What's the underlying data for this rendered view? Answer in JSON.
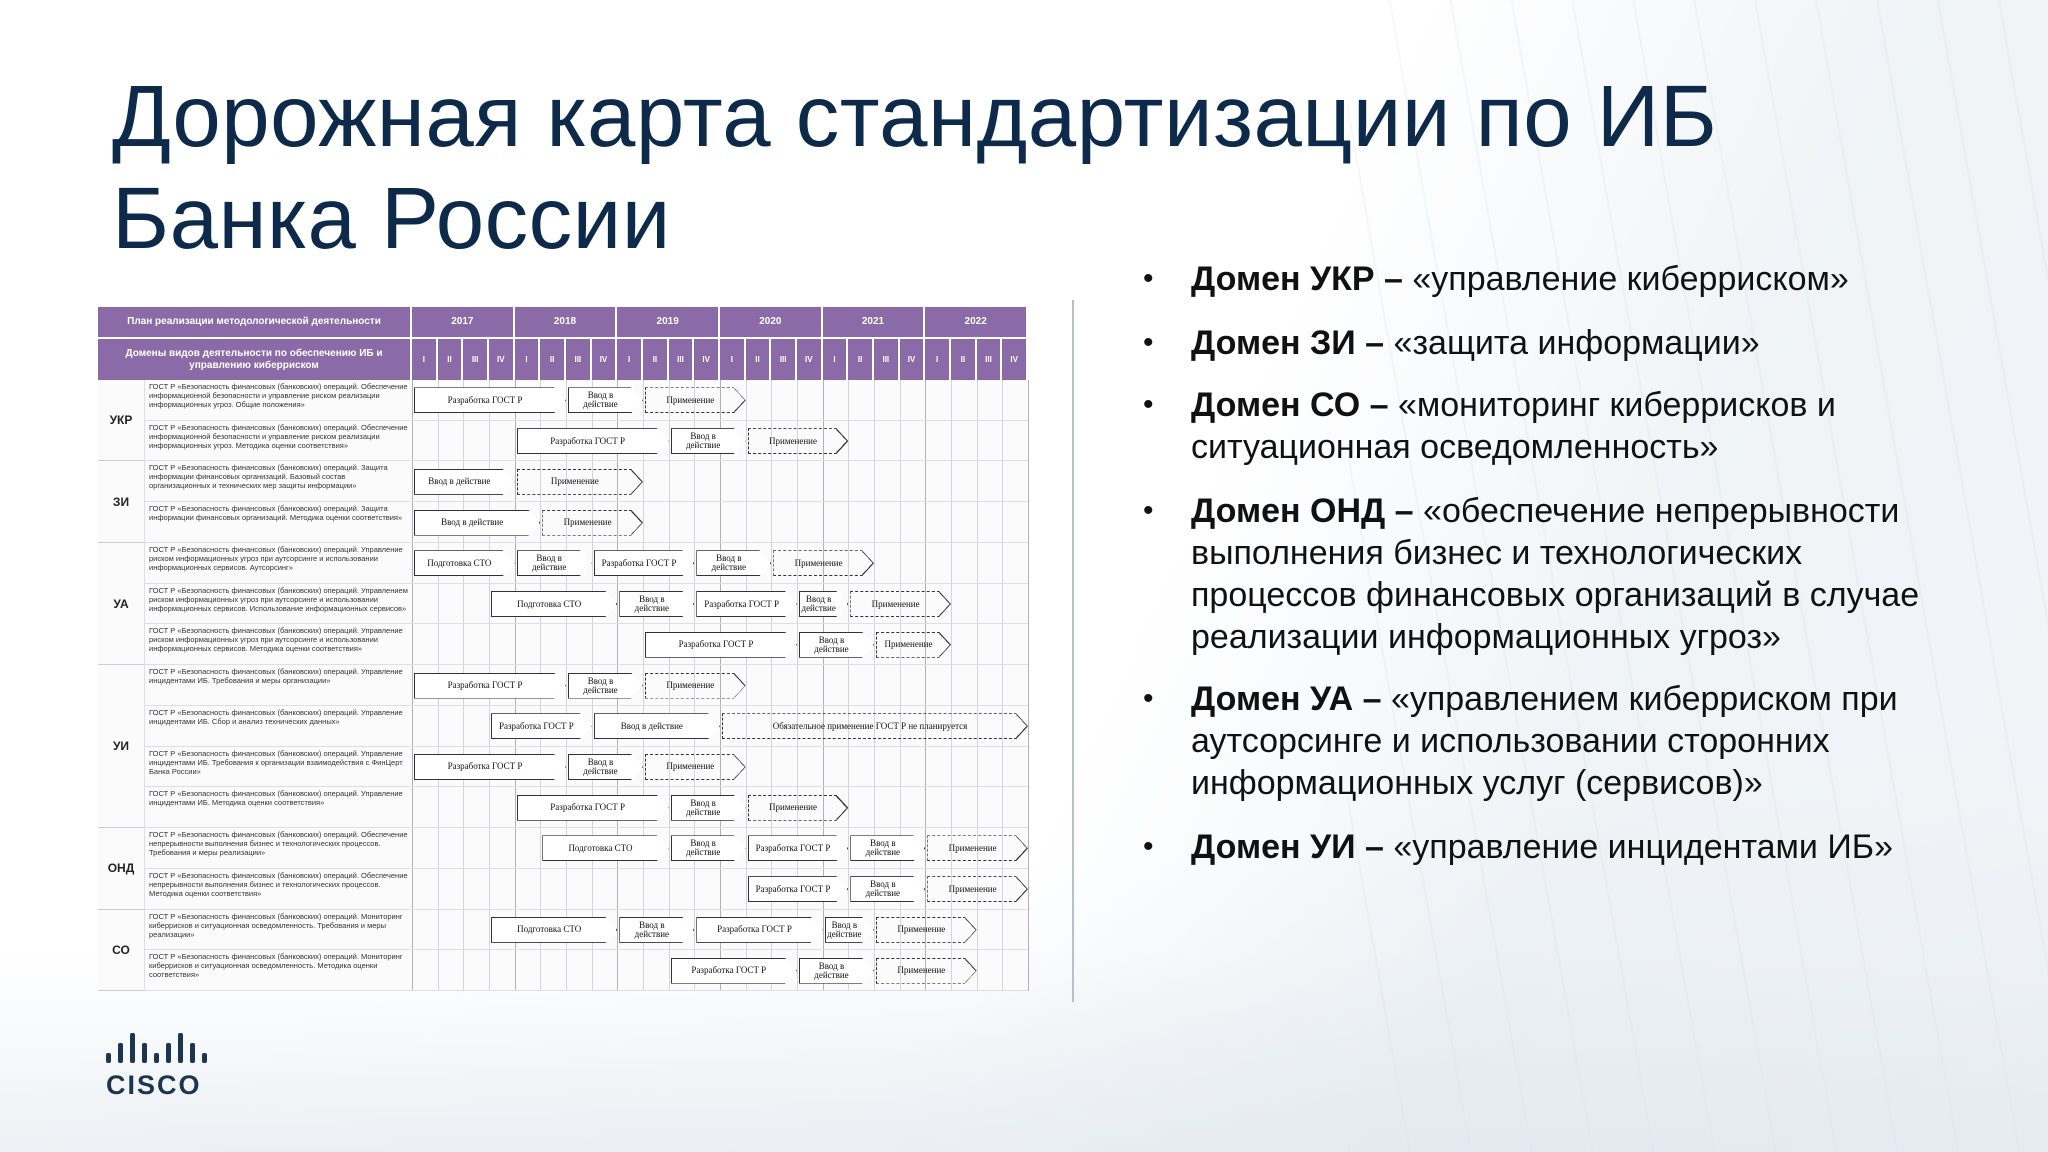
{
  "slide": {
    "title": "Дорожная карта стандартизации по ИБ Банка России"
  },
  "roadmap": {
    "header_plan": "План реализации методологической деятельности",
    "header_domains": "Домены видов деятельности по обеспечению ИБ и управлению киберриском",
    "years": [
      "2017",
      "2018",
      "2019",
      "2020",
      "2021",
      "2022"
    ],
    "quarters": [
      "I",
      "II",
      "III",
      "IV"
    ],
    "domains": [
      {
        "name": "УКР",
        "rows": 2
      },
      {
        "name": "ЗИ",
        "rows": 2
      },
      {
        "name": "УА",
        "rows": 3
      },
      {
        "name": "УИ",
        "rows": 4
      },
      {
        "name": "ОНД",
        "rows": 2
      },
      {
        "name": "СО",
        "rows": 2
      }
    ],
    "documents": [
      "ГОСТ Р «Безопасность финансовых (банковских) операций. Обеспечение информационной безопасности и управление риском реализации информационных угроз. Общие положения»",
      "ГОСТ Р «Безопасность финансовых (банковских) операций. Обеспечение информационной безопасности и управление риском реализации информационных угроз. Методика оценки соответствия»",
      "ГОСТ Р «Безопасность финансовых (банковских) операций. Защита информации финансовых организаций. Базовый состав организационных и технических мер защиты информации»",
      "ГОСТ Р «Безопасность финансовых (банковских) операций. Защита информации финансовых организаций. Методика оценки соответствия»",
      "ГОСТ Р «Безопасность финансовых (банковских) операций. Управление риском информационных угроз при аутсорсинге и использовании информационных сервисов. Аутсорсинг»",
      "ГОСТ Р «Безопасность финансовых (банковских) операций. Управлением риском информационных угроз при аутсорсинге и использовании информационных сервисов. Использование информационных сервисов»",
      "ГОСТ Р «Безопасность финансовых (банковских) операций. Управление риском информационных угроз при аутсорсинге и использовании информационных сервисов. Методика оценки соответствия»",
      "ГОСТ Р «Безопасность финансовых (банковских) операций. Управление инцидентами ИБ. Требования и меры организации»",
      "ГОСТ Р «Безопасность финансовых (банковских) операций. Управление инцидентами ИБ. Сбор и анализ технических данных»",
      "ГОСТ Р «Безопасность финансовых (банковских) операций. Управление инцидентами ИБ. Требования к организации взаимодействия с ФинЦерт Банка России»",
      "ГОСТ Р «Безопасность финансовых (банковских) операций. Управление инцидентами ИБ. Методика оценки соответствия»",
      "ГОСТ Р «Безопасность финансовых (банковских) операций. Обеспечение непрерывности выполнения бизнес и технологических процессов. Требования и меры реализации»",
      "ГОСТ Р «Безопасность финансовых (банковских) операций. Обеспечение непрерывности выполнения бизнес и технологических процессов. Методика оценки соответствия»",
      "ГОСТ Р «Безопасность финансовых (банковских) операций. Мониторинг киберрисков и ситуационная осведомленность. Требования и меры реализации»",
      "ГОСТ Р «Безопасность финансовых (банковских) операций. Мониторинг киберрисков и ситуационная осведомленность. Методика оценки соответствия»"
    ],
    "bars": [
      [
        {
          "s": 0,
          "e": 6,
          "t": "Разработка ГОСТ Р",
          "d": false
        },
        {
          "s": 6,
          "e": 9,
          "t": "Ввод в действие",
          "d": false
        },
        {
          "s": 9,
          "e": 13,
          "t": "Применение",
          "d": true
        }
      ],
      [
        {
          "s": 4,
          "e": 10,
          "t": "Разработка ГОСТ Р",
          "d": false
        },
        {
          "s": 10,
          "e": 13,
          "t": "Ввод в действие",
          "d": false
        },
        {
          "s": 13,
          "e": 17,
          "t": "Применение",
          "d": true
        }
      ],
      [
        {
          "s": 0,
          "e": 4,
          "t": "Ввод в действие",
          "d": false
        },
        {
          "s": 4,
          "e": 9,
          "t": "Применение",
          "d": true
        }
      ],
      [
        {
          "s": 0,
          "e": 5,
          "t": "Ввод в действие",
          "d": false
        },
        {
          "s": 5,
          "e": 9,
          "t": "Применение",
          "d": true
        }
      ],
      [
        {
          "s": 0,
          "e": 4,
          "t": "Подготовка СТО",
          "d": false
        },
        {
          "s": 4,
          "e": 7,
          "t": "Ввод в действие",
          "d": false
        },
        {
          "s": 7,
          "e": 11,
          "t": "Разработка ГОСТ Р",
          "d": false
        },
        {
          "s": 11,
          "e": 14,
          "t": "Ввод в действие",
          "d": false
        },
        {
          "s": 14,
          "e": 18,
          "t": "Применение",
          "d": true
        }
      ],
      [
        {
          "s": 3,
          "e": 8,
          "t": "Подготовка СТО",
          "d": false
        },
        {
          "s": 8,
          "e": 11,
          "t": "Ввод в действие",
          "d": false
        },
        {
          "s": 11,
          "e": 15,
          "t": "Разработка ГОСТ Р",
          "d": false
        },
        {
          "s": 15,
          "e": 17,
          "t": "Ввод в действие",
          "d": false
        },
        {
          "s": 17,
          "e": 21,
          "t": "Применение",
          "d": true
        }
      ],
      [
        {
          "s": 9,
          "e": 15,
          "t": "Разработка ГОСТ Р",
          "d": false
        },
        {
          "s": 15,
          "e": 18,
          "t": "Ввод в действие",
          "d": false
        },
        {
          "s": 18,
          "e": 21,
          "t": "Применение",
          "d": true
        }
      ],
      [
        {
          "s": 0,
          "e": 6,
          "t": "Разработка ГОСТ Р",
          "d": false
        },
        {
          "s": 6,
          "e": 9,
          "t": "Ввод в действие",
          "d": false
        },
        {
          "s": 9,
          "e": 13,
          "t": "Применение",
          "d": true
        }
      ],
      [
        {
          "s": 3,
          "e": 7,
          "t": "Разработка ГОСТ Р",
          "d": false
        },
        {
          "s": 7,
          "e": 12,
          "t": "Ввод в действие",
          "d": false
        },
        {
          "s": 12,
          "e": 24,
          "t": "Обязательное применение ГОСТ Р не планируется",
          "d": true
        }
      ],
      [
        {
          "s": 0,
          "e": 6,
          "t": "Разработка ГОСТ Р",
          "d": false
        },
        {
          "s": 6,
          "e": 9,
          "t": "Ввод в действие",
          "d": false
        },
        {
          "s": 9,
          "e": 13,
          "t": "Применение",
          "d": true
        }
      ],
      [
        {
          "s": 4,
          "e": 10,
          "t": "Разработка ГОСТ Р",
          "d": false
        },
        {
          "s": 10,
          "e": 13,
          "t": "Ввод в действие",
          "d": false
        },
        {
          "s": 13,
          "e": 17,
          "t": "Применение",
          "d": true
        }
      ],
      [
        {
          "s": 5,
          "e": 10,
          "t": "Подготовка СТО",
          "d": false
        },
        {
          "s": 10,
          "e": 13,
          "t": "Ввод в действие",
          "d": false
        },
        {
          "s": 13,
          "e": 17,
          "t": "Разработка ГОСТ Р",
          "d": false
        },
        {
          "s": 17,
          "e": 20,
          "t": "Ввод в действие",
          "d": false
        },
        {
          "s": 20,
          "e": 24,
          "t": "Применение",
          "d": true
        }
      ],
      [
        {
          "s": 13,
          "e": 17,
          "t": "Разработка ГОСТ Р",
          "d": false
        },
        {
          "s": 17,
          "e": 20,
          "t": "Ввод в действие",
          "d": false
        },
        {
          "s": 20,
          "e": 24,
          "t": "Применение",
          "d": true
        }
      ],
      [
        {
          "s": 3,
          "e": 8,
          "t": "Подготовка СТО",
          "d": false
        },
        {
          "s": 8,
          "e": 11,
          "t": "Ввод в действие",
          "d": false
        },
        {
          "s": 11,
          "e": 16,
          "t": "Разработка ГОСТ Р",
          "d": false
        },
        {
          "s": 16,
          "e": 18,
          "t": "Ввод в действие",
          "d": false
        },
        {
          "s": 18,
          "e": 22,
          "t": "Применение",
          "d": true
        }
      ],
      [
        {
          "s": 10,
          "e": 15,
          "t": "Разработка ГОСТ Р",
          "d": false
        },
        {
          "s": 15,
          "e": 18,
          "t": "Ввод в действие",
          "d": false
        },
        {
          "s": 18,
          "e": 22,
          "t": "Применение",
          "d": true
        }
      ]
    ]
  },
  "bullets": [
    {
      "bold": "Домен УКР – ",
      "text": "«управление киберриском»"
    },
    {
      "bold": "Домен ЗИ – ",
      "text": "«защита информации»"
    },
    {
      "bold": "Домен СО – ",
      "text": "«мониторинг киберрисков и ситуационная осведомленность»"
    },
    {
      "bold": "Домен ОНД – ",
      "text": "«обеспечение непрерывности выполнения бизнес и технологических процессов финансовых организаций в случае реализации информационных угроз»"
    },
    {
      "bold": "Домен УА – ",
      "text": "«управлением киберриском при аутсорсинге и использовании сторонних информационных услуг (сервисов)»"
    },
    {
      "bold": "Домен УИ – ",
      "text": "«управление инцидентами ИБ»"
    }
  ],
  "logo": {
    "text": "CISCO",
    "icon": "cisco-bars-icon",
    "color": "#1d3650"
  }
}
